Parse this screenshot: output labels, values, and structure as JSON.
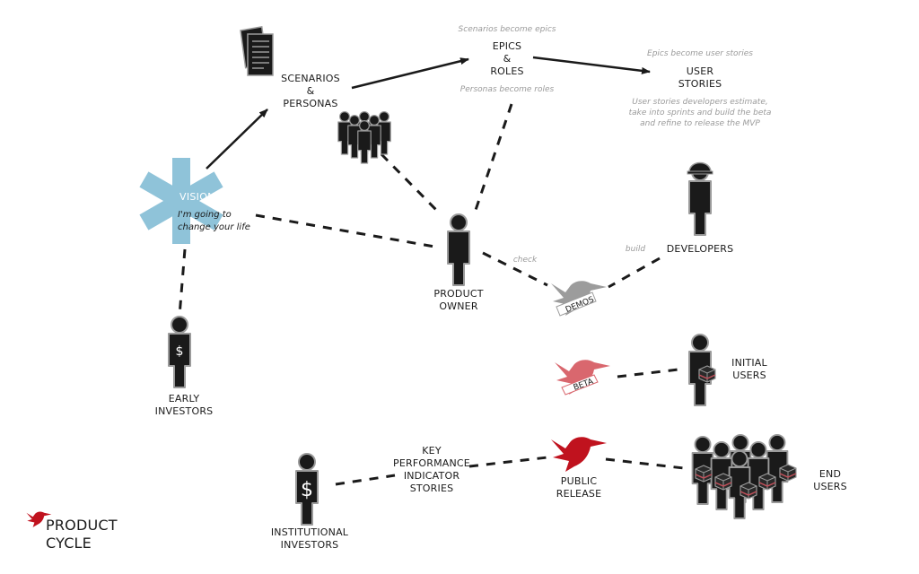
{
  "title": "PRODUCT\nCYCLE",
  "colors": {
    "ink": "#1a1a1a",
    "outline": "#9a9a9a",
    "vision": "#8fc3d9",
    "note": "#9a9a9a",
    "release_red": "#c0121e",
    "beta_red": "#d9676e",
    "demos_grey": "#9c9c9c"
  },
  "nodes": {
    "vision": {
      "title": "VISION",
      "tagline": "I'm going to\nchange your life",
      "icon": "asterisk-icon"
    },
    "scenarios": {
      "label": "SCENARIOS\n&\nPERSONAS",
      "icons": [
        "documents-icon",
        "group-icon"
      ]
    },
    "epics": {
      "label": "EPICS\n&\nROLES"
    },
    "user_stories": {
      "label": "USER\nSTORIES"
    },
    "product_owner": {
      "label": "PRODUCT\nOWNER",
      "icon": "person-icon"
    },
    "developers": {
      "label": "DEVELOPERS",
      "icon": "person-hardhat-icon"
    },
    "demos": {
      "label": "DEMOS",
      "icon": "bird-icon"
    },
    "beta": {
      "label": "BETA",
      "icon": "bird-icon"
    },
    "initial_users": {
      "label": "INITIAL\nUSERS",
      "icon": "person-with-box-icon"
    },
    "early_investors": {
      "label": "EARLY\nINVESTORS",
      "icon": "person-dollar-icon",
      "symbol": "$"
    },
    "institutional_investors": {
      "label": "INSTITUTIONAL\nINVESTORS",
      "icon": "person-dollar-icon",
      "symbol": "$"
    },
    "kpi_stories": {
      "label": "KEY\nPERFORMANCE\nINDICATOR\nSTORIES"
    },
    "public_release": {
      "label": "PUBLIC\nRELEASE",
      "icon": "bird-icon"
    },
    "end_users": {
      "label": "END\nUSERS",
      "icon": "crowd-with-boxes-icon"
    }
  },
  "notes": {
    "scenarios_to_epics": "Scenarios become epics",
    "personas_to_roles": "Personas become roles",
    "epics_to_stories": "Epics become user stories",
    "stories_detail": "User stories developers estimate,\ntake into sprints and build the beta\nand refine to release the MVP",
    "check": "check",
    "build": "build"
  },
  "edges": [
    {
      "from": "vision",
      "to": "scenarios",
      "style": "arrow"
    },
    {
      "from": "scenarios",
      "to": "epics",
      "style": "arrow"
    },
    {
      "from": "epics",
      "to": "user_stories",
      "style": "arrow"
    },
    {
      "from": "scenarios",
      "to": "product_owner",
      "style": "dashed"
    },
    {
      "from": "epics",
      "to": "product_owner",
      "style": "dashed"
    },
    {
      "from": "vision",
      "to": "product_owner",
      "style": "dashed"
    },
    {
      "from": "vision",
      "to": "early_investors",
      "style": "dashed"
    },
    {
      "from": "product_owner",
      "to": "demos",
      "style": "dashed",
      "label": "check"
    },
    {
      "from": "developers",
      "to": "demos",
      "style": "dashed",
      "label": "build"
    },
    {
      "from": "beta",
      "to": "initial_users",
      "style": "dashed"
    },
    {
      "from": "institutional_investors",
      "to": "kpi_stories",
      "style": "dashed"
    },
    {
      "from": "kpi_stories",
      "to": "public_release",
      "style": "dashed"
    },
    {
      "from": "public_release",
      "to": "end_users",
      "style": "dashed"
    }
  ]
}
